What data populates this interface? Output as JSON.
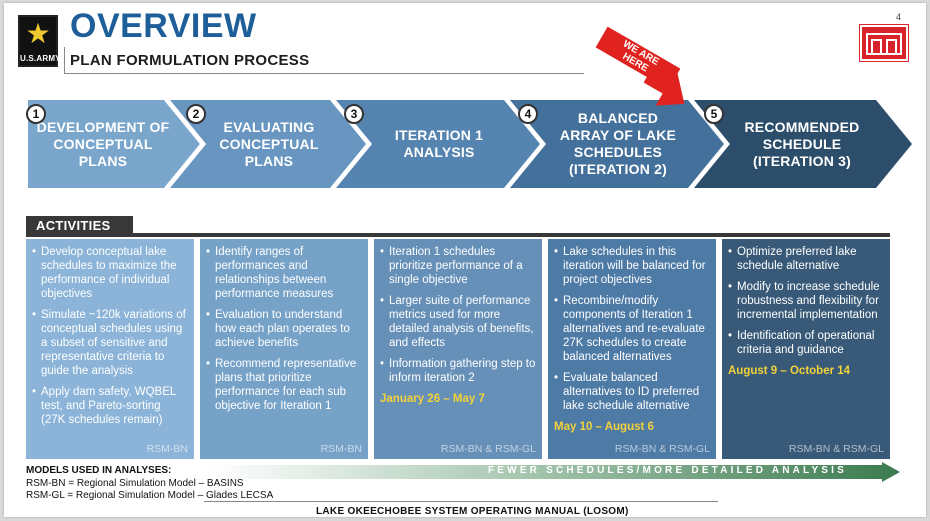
{
  "header": {
    "title": "OVERVIEW",
    "subtitle": "PLAN FORMULATION PROCESS",
    "page_number": "4",
    "army_logo_text": "U.S.ARMY"
  },
  "steps": [
    {
      "number": "1",
      "label": "DEVELOPMENT OF\nCONCEPTUAL\nPLANS",
      "color": "#7aa6cc"
    },
    {
      "number": "2",
      "label": "EVALUATING\nCONCEPTUAL\nPLANS",
      "color": "#6896c0"
    },
    {
      "number": "3",
      "label": "ITERATION 1\nANALYSIS",
      "color": "#5684b0"
    },
    {
      "number": "4",
      "label": "BALANCED\nARRAY OF LAKE\nSCHEDULES\n(ITERATION 2)",
      "color": "#44709c"
    },
    {
      "number": "5",
      "label": "RECOMMENDED\nSCHEDULE\n(ITERATION 3)",
      "color": "#2d4e6a"
    }
  ],
  "here_marker": {
    "text": "WE ARE\nHERE",
    "color": "#e0231e"
  },
  "activities": {
    "tab_label": "ACTIVITIES",
    "columns": [
      {
        "color": "#8bb4d8",
        "bullets": [
          "Develop conceptual lake schedules to maximize the performance of individual objectives",
          "Simulate ~120k variations of conceptual schedules using a subset of sensitive and representative criteria to guide the analysis",
          "Apply dam safety, WQBEL test, and Pareto-sorting (27K schedules remain)"
        ],
        "dates": "",
        "model": "RSM-BN"
      },
      {
        "color": "#77a2c8",
        "bullets": [
          "Identify ranges of performances and relationships between performance measures",
          "Evaluation to understand how each plan operates to achieve benefits",
          "Recommend representative plans that prioritize performance for each sub objective for Iteration 1"
        ],
        "dates": "",
        "model": "RSM-BN"
      },
      {
        "color": "#6690b8",
        "bullets": [
          "Iteration 1 schedules prioritize performance of a single objective",
          "Larger suite of performance metrics used for more detailed analysis of benefits, and effects",
          "Information gathering step to inform iteration 2"
        ],
        "dates": "January 26 – May  7",
        "model": "RSM-BN & RSM-GL"
      },
      {
        "color": "#4e7aa6",
        "bullets": [
          "Lake schedules in this iteration will be balanced for project objectives",
          "Recombine/modify components of Iteration 1 alternatives and re-evaluate 27K schedules to create balanced alternatives",
          "Evaluate balanced alternatives to ID preferred lake schedule alternative"
        ],
        "dates": "May 10 – August 6",
        "model": "RSM-BN & RSM-GL"
      },
      {
        "color": "#385a78",
        "bullets": [
          "Optimize preferred lake schedule alternative",
          "Modify to increase schedule robustness and flexibility for incremental implementation",
          "Identification of operational criteria  and guidance"
        ],
        "dates": "August 9 – October 14",
        "model": "RSM-BN & RSM-GL"
      }
    ]
  },
  "models": {
    "heading": "MODELS USED IN ANALYSES:",
    "lines": [
      "RSM-BN = Regional Simulation Model – BASINS",
      "RSM-GL = Regional Simulation Model – Glades LECSA"
    ]
  },
  "progress_arrow": {
    "text": "FEWER SCHEDULES/MORE DETAILED ANALYSIS",
    "color": "#3a7a4e"
  },
  "footer": {
    "text": "LAKE OKEECHOBEE SYSTEM OPERATING MANUAL (LOSOM)"
  }
}
